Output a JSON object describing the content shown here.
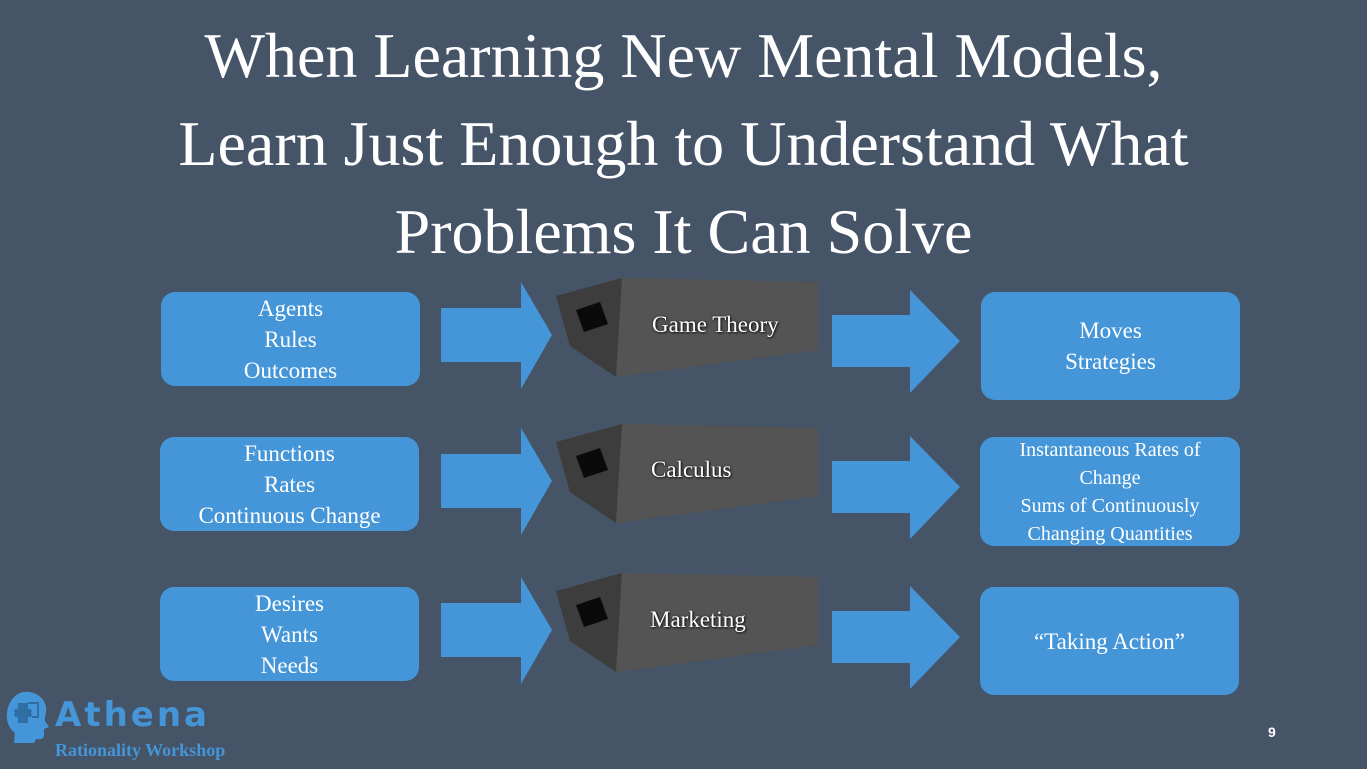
{
  "title": {
    "line1": "When Learning New Mental Models,",
    "line2": "Learn Just Enough to Understand What",
    "line3": "Problems It Can Solve"
  },
  "rows": [
    {
      "inputs": [
        "Agents",
        "Rules",
        "Outcomes"
      ],
      "model": "Game Theory",
      "outputs": [
        "Moves",
        "Strategies"
      ]
    },
    {
      "inputs": [
        "Functions",
        "Rates",
        "Continuous Change"
      ],
      "model": "Calculus",
      "outputs": [
        "Instantaneous Rates of",
        "Change",
        "Sums of Continuously",
        "Changing Quantities"
      ]
    },
    {
      "inputs": [
        "Desires",
        "Wants",
        "Needs"
      ],
      "model": "Marketing",
      "outputs": [
        "“Taking Action”"
      ]
    }
  ],
  "logo": {
    "name": "Athena",
    "subtitle": "Rationality Workshop",
    "icon": "head-puzzle-icon"
  },
  "page_number": "9",
  "colors": {
    "background": "#465468",
    "box": "#4496d8",
    "text": "#ffffff"
  }
}
